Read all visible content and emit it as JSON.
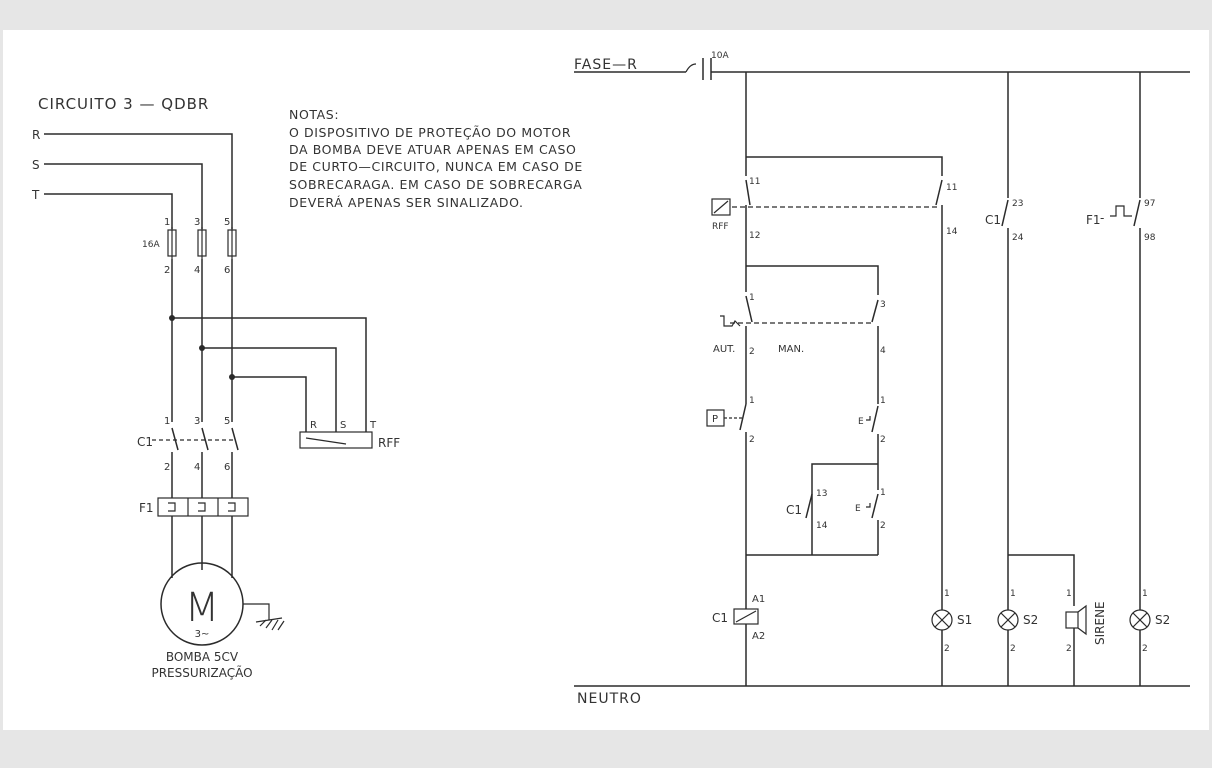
{
  "colors": {
    "background": "#e6e6e6",
    "sheet": "#ffffff",
    "ink": "#2b2b2b"
  },
  "power": {
    "title": "CIRCUITO 3 — QDBR",
    "phases": [
      "R",
      "S",
      "T"
    ],
    "fuse_rating": "16A",
    "fuse_terminals_top": [
      "1",
      "3",
      "5"
    ],
    "fuse_terminals_bottom": [
      "2",
      "4",
      "6"
    ],
    "relay_terminals": [
      "R",
      "S",
      "T"
    ],
    "relay_label": "RFF",
    "contactor_label": "C1",
    "contactor_terminals_top": [
      "1",
      "3",
      "5"
    ],
    "contactor_terminals_bottom": [
      "2",
      "4",
      "6"
    ],
    "overload_label": "F1",
    "motor_symbol": "M",
    "motor_phase": "3~",
    "motor_caption_1": "BOMBA 5CV",
    "motor_caption_2": "PRESSURIZAÇÃO"
  },
  "notes": {
    "title": "NOTAS:",
    "lines": [
      "O DISPOSITIVO DE PROTEÇÃO DO MOTOR",
      "DA BOMBA DEVE ATUAR APENAS EM CASO",
      "DE CURTO—CIRCUITO, NUNCA EM CASO DE",
      "SOBRECARAGA. EM CASO DE SOBRECARGA",
      "DEVERÁ APENAS SER SINALIZADO."
    ]
  },
  "control": {
    "supply_label": "FASE—R",
    "breaker_rating": "10A",
    "neutral_label": "NEUTRO",
    "rff_label": "RFF",
    "rff_terminals": [
      "11",
      "12",
      "11",
      "14"
    ],
    "selector_auto": "AUT.",
    "selector_manual": "MAN.",
    "selector_terminals": [
      "1",
      "2",
      "3",
      "4"
    ],
    "pressure_symbol": "P",
    "pressure_terminals": [
      "1",
      "2"
    ],
    "estop_symbol": "E",
    "estop_terminals": [
      "1",
      "2"
    ],
    "start_terminals": [
      "1",
      "2"
    ],
    "seal_label": "C1",
    "seal_terminals": [
      "13",
      "14"
    ],
    "coil_label": "C1",
    "coil_terminals": [
      "A1",
      "A2"
    ],
    "aux_label": "C1",
    "aux_terminals": [
      "23",
      "24"
    ],
    "overload_aux_label": "F1",
    "overload_aux_terminals": [
      "97",
      "98"
    ],
    "lamp_labels": [
      "S1",
      "S2",
      "S2"
    ],
    "lamp_terminals": [
      "1",
      "2"
    ],
    "siren_label": "SIRENE",
    "siren_terminals": [
      "1",
      "2"
    ]
  }
}
